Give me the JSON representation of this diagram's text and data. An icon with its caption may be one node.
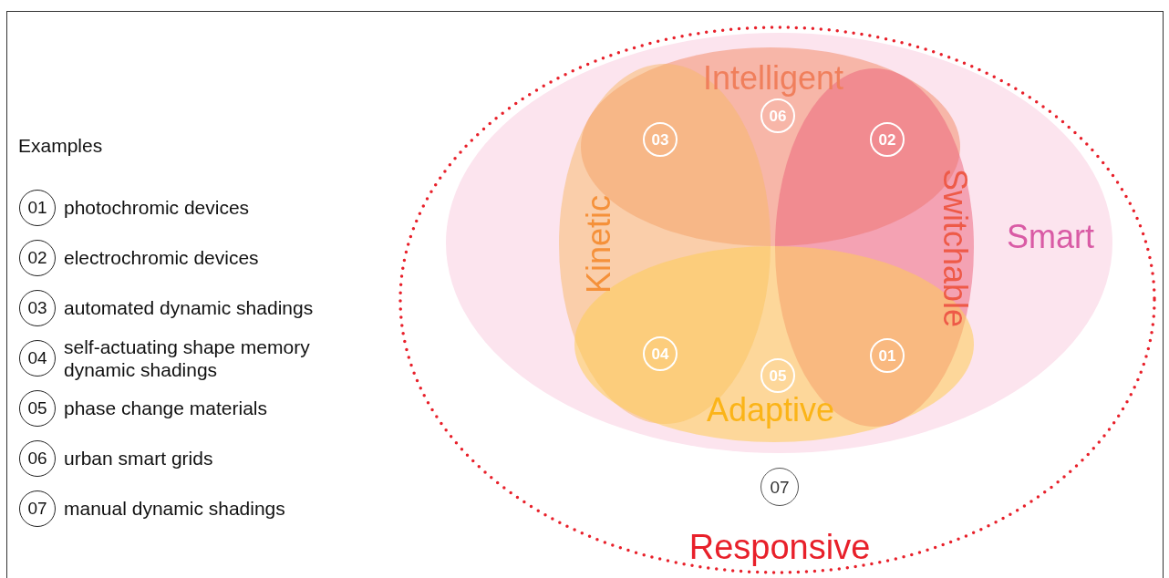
{
  "diagram": {
    "nodes": [
      {
        "text": [
          "01"
        ],
        "beside": [
          "photochromic devices"
        ]
      },
      {
        "text": [
          "02"
        ],
        "beside": [
          "electrochromic devices"
        ]
      },
      {
        "text": [
          "03"
        ],
        "beside": [
          "automated dynamic shadings"
        ]
      },
      {
        "text": [
          "04"
        ],
        "beside": [
          "self-actuating shape memory dynamic shadings"
        ]
      },
      {
        "text": [
          "05"
        ],
        "beside": [
          "phase change materials"
        ]
      },
      {
        "text": [
          "06"
        ],
        "beside": [
          "urban smart grids"
        ]
      },
      {
        "text": [
          "07"
        ],
        "beside": [
          "manual dynamic shadings"
        ]
      },
      {
        "text": [
          "Responsive"
        ]
      },
      {
        "text": [
          "Smart"
        ],
        "in": 7
      },
      {
        "text": [
          "Intelligent"
        ],
        "in": 8
      },
      {
        "text": [
          "Kinetic"
        ],
        "in": 8
      },
      {
        "text": [
          "Switchable"
        ],
        "in": 8
      },
      {
        "text": [
          "Adaptive"
        ],
        "in": 8
      },
      {
        "text": [
          "03"
        ]
      },
      {
        "text": [
          "06"
        ],
        "in": 9
      },
      {
        "text": [
          "02"
        ]
      },
      {
        "text": [
          "04"
        ]
      },
      {
        "text": [
          "05"
        ],
        "in": 12
      },
      {
        "text": [
          "01"
        ]
      },
      {
        "text": [
          "07"
        ],
        "in": 7
      }
    ],
    "labels": [
      "Examples"
    ]
  }
}
